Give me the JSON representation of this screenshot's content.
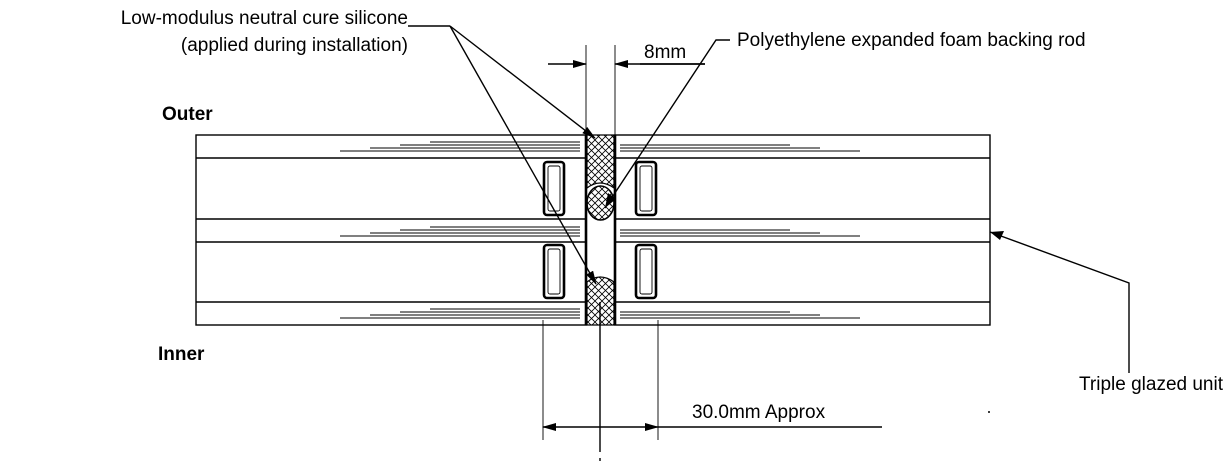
{
  "labels": {
    "silicone_line1": "Low-modulus neutral cure silicone",
    "silicone_line2": "(applied during installation)",
    "gap_width": "8mm",
    "backing_rod": "Polyethylene expanded foam backing rod",
    "outer": "Outer",
    "inner": "Inner",
    "unit": "Triple glazed unit",
    "overall_width": "30.0mm Approx"
  }
}
